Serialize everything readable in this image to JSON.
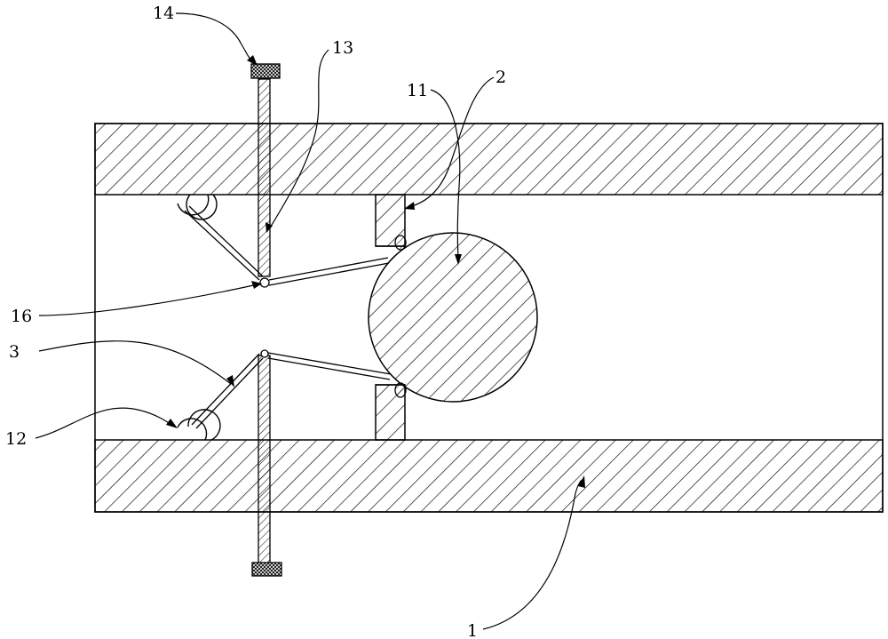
{
  "labels": {
    "l1": "1",
    "l2": "2",
    "l3": "3",
    "l11": "11",
    "l12": "12",
    "l13": "13",
    "l14": "14",
    "l16": "16"
  },
  "colors": {
    "stroke": "#000000",
    "background": "#ffffff"
  }
}
